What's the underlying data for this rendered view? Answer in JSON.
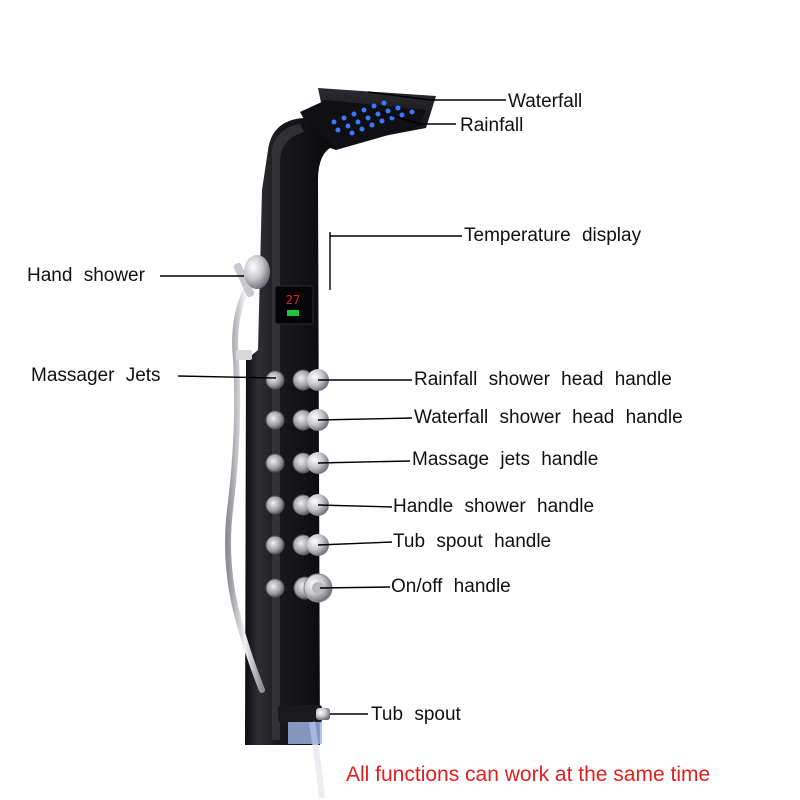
{
  "colors": {
    "panel": "#16161a",
    "panel_highlight": "#3a3a40",
    "led": "#2f6dff",
    "chrome": "#d8d8dc",
    "line": "#000000",
    "caption": "#e0201f",
    "display_red": "#e0202a",
    "display_green": "#23c43a"
  },
  "labels": {
    "waterfall": "Waterfall",
    "rainfall": "Rainfall",
    "temperature_display": "Temperature display",
    "hand_shower": "Hand shower",
    "massager_jets": "Massager Jets",
    "rainfall_handle": "Rainfall shower head handle",
    "waterfall_handle": "Waterfall shower head handle",
    "massage_jets_handle": "Massage jets handle",
    "hand_shower_handle": "Handle shower handle",
    "tub_spout_handle": "Tub spout handle",
    "onoff_handle": "On/off handle",
    "tub_spout": "Tub spout"
  },
  "caption": "All functions can work at the same time"
}
